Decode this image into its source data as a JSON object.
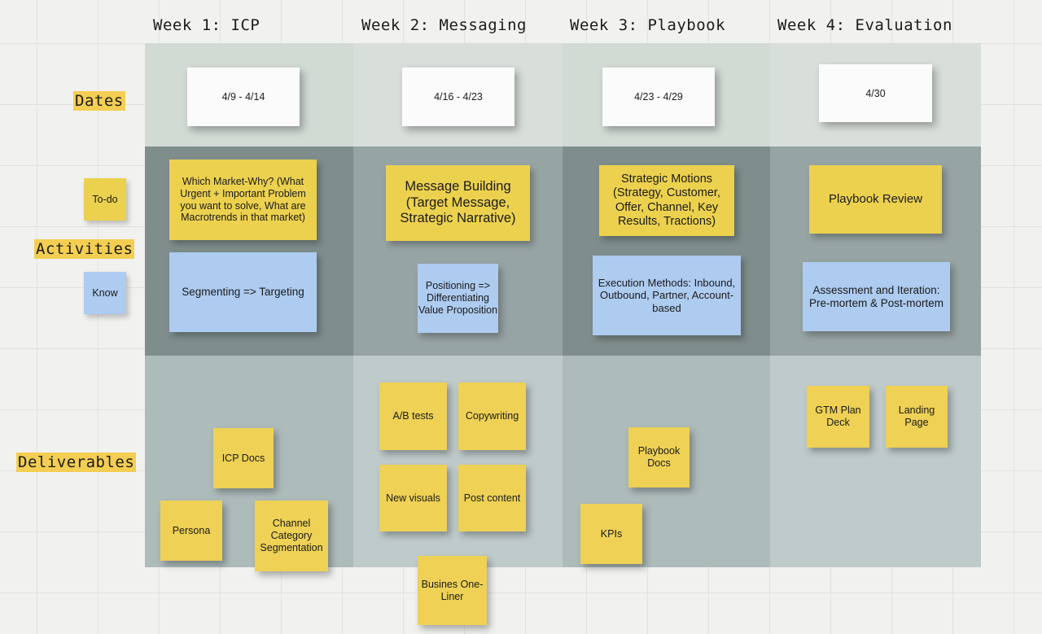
{
  "board": {
    "row_labels": {
      "dates": "Dates",
      "activities": "Activities",
      "deliverables": "Deliverables"
    },
    "legend": {
      "todo": "To-do",
      "know": "Know"
    },
    "colors": {
      "yellow_note": "#ecd14f",
      "blue_note": "#aecbf0",
      "highlight": "#f3ce52",
      "dates_band": "#d2dad4",
      "activities_band_dark": "#7f8e8d",
      "activities_band_light": "#97a4a4",
      "deliverables_band_dark": "#aebbbb",
      "deliverables_band_light": "#bfcaca",
      "canvas": "#f1f1ef",
      "grid_line": "#e2e2e0"
    },
    "weeks": [
      {
        "header": "Week 1: ICP",
        "dates": "4/9 - 4/14",
        "todo": "Which Market-Why? (What Urgent + Important Problem you want to solve, What are Macrotrends in that market)",
        "know": "Segmenting => Targeting",
        "deliverables": [
          "ICP Docs",
          "Persona",
          "Channel Category Segmentation"
        ]
      },
      {
        "header": "Week 2: Messaging",
        "dates": "4/16 - 4/23",
        "todo": "Message Building (Target Message, Strategic Narrative)",
        "know": "Positioning => Differentiating Value Proposition",
        "deliverables": [
          "A/B tests",
          "Copywriting",
          "New visuals",
          "Post content",
          "Busines One-Liner"
        ]
      },
      {
        "header": "Week 3: Playbook",
        "dates": "4/23 - 4/29",
        "todo": "Strategic Motions (Strategy, Customer, Offer, Channel, Key Results, Tractions)",
        "know": "Execution Methods: Inbound, Outbound, Partner, Account-based",
        "deliverables": [
          "Playbook Docs",
          "KPIs"
        ]
      },
      {
        "header": "Week 4: Evaluation",
        "dates": "4/30",
        "todo": "Playbook Review",
        "know": "Assessment and Iteration: Pre-mortem & Post-mortem",
        "deliverables": [
          "GTM Plan Deck",
          "Landing Page"
        ]
      }
    ]
  }
}
